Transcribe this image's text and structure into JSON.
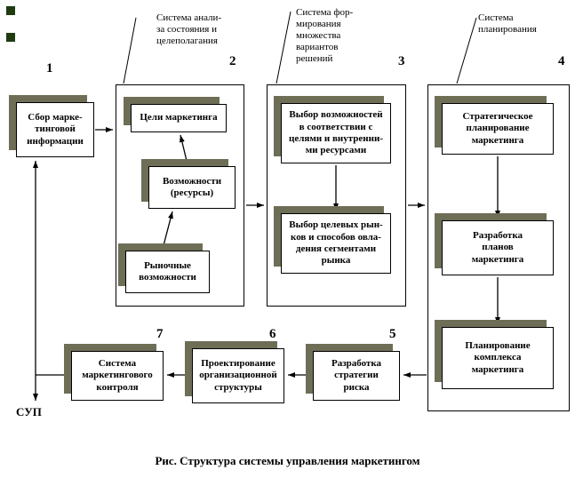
{
  "blocks": {
    "b1": {
      "number": "1",
      "text": "Сбор марке-\nтинговой\nинформации"
    },
    "b2a": {
      "text": "Цели маркетинга"
    },
    "b2b": {
      "text": "Возможности\n(ресурсы)"
    },
    "b2c": {
      "text": "Рыночные\nвозможности"
    },
    "b3a": {
      "text": "Выбор возможностей\nв соответствии с\nцелями и внутренни-\nми ресурсами"
    },
    "b3b": {
      "text": "Выбор целевых рын-\nков и способов овла-\nдения сегментами\nрынка"
    },
    "b4a": {
      "text": "Стратегическое\nпланирование\nмаркетинга"
    },
    "b4b": {
      "text": "Разработка\nпланов\nмаркетинга"
    },
    "b4c": {
      "text": "Планирование\nкомплекса\nмаркетинга"
    },
    "b5": {
      "number": "5",
      "text": "Разработка\nстратегии\nриска"
    },
    "b6": {
      "number": "6",
      "text": "Проектирование\nорганизационной\nструктуры"
    },
    "b7": {
      "number": "7",
      "text": "Система\nмаркетингового\nконтроля"
    }
  },
  "containers": {
    "c2": {
      "number": "2"
    },
    "c3": {
      "number": "3"
    },
    "c4": {
      "number": "4"
    }
  },
  "callouts": {
    "analysis": "Система анали-\nза состояния и\nцелеполагания",
    "formation": "Система фор-\nмирования\nмножества\nвариантов\nрешений",
    "planning": "Система\nпланирования"
  },
  "sup_label": "СУП",
  "caption": "Рис. Структура системы управления маркетингом",
  "colors": {
    "shadow": "#6e6e57",
    "square": "#1e3c10",
    "line": "#000000"
  }
}
